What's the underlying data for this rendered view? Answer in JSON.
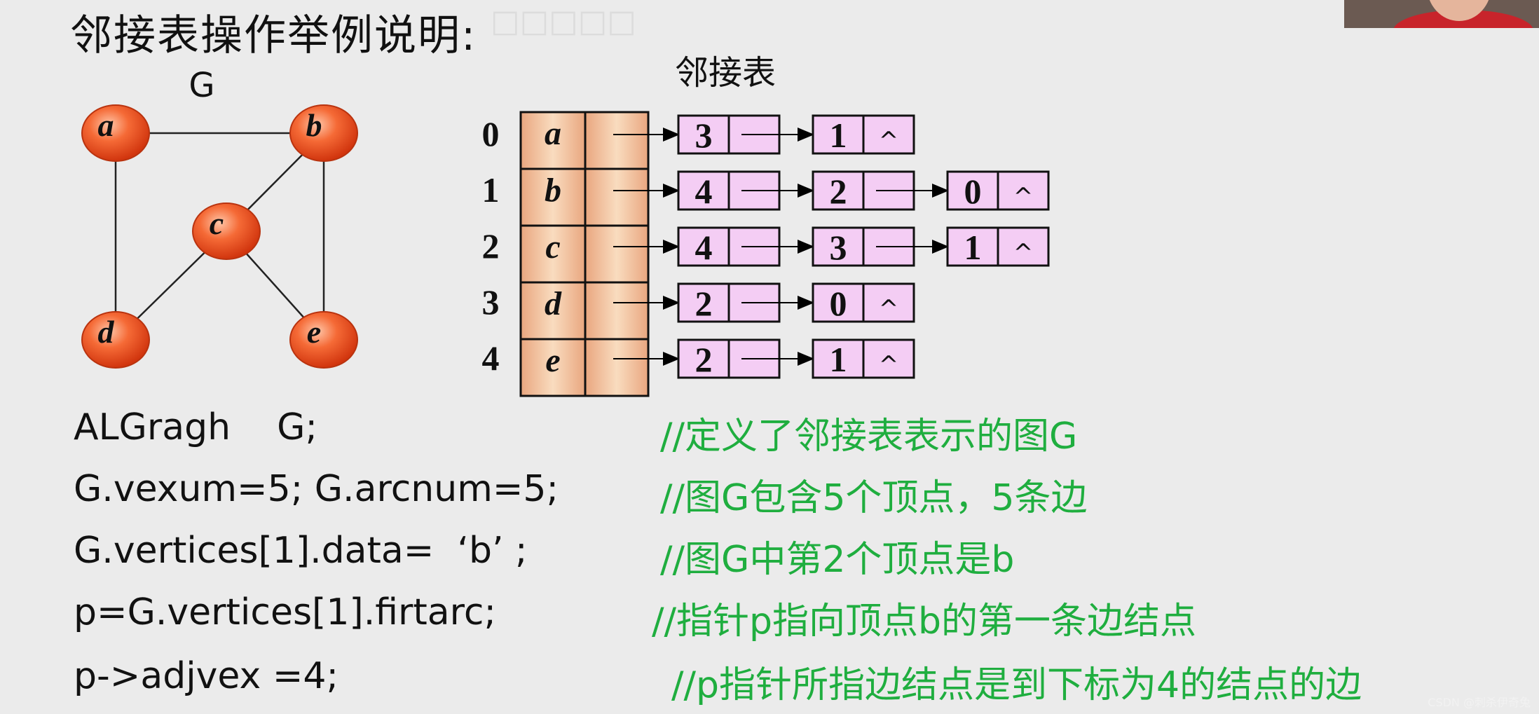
{
  "title": "邻接表操作举例说明:",
  "graph": {
    "label": "G",
    "vertices": [
      "a",
      "b",
      "c",
      "d",
      "e"
    ],
    "edges": [
      [
        "a",
        "b"
      ],
      [
        "a",
        "d"
      ],
      [
        "b",
        "c"
      ],
      [
        "b",
        "e"
      ],
      [
        "c",
        "d"
      ],
      [
        "c",
        "e"
      ]
    ],
    "node_color": "#f05a2a"
  },
  "adjacency_list": {
    "title": "邻接表",
    "indices": [
      "0",
      "1",
      "2",
      "3",
      "4"
    ],
    "vertices": [
      "a",
      "b",
      "c",
      "d",
      "e"
    ],
    "lists": [
      [
        "3",
        "1"
      ],
      [
        "4",
        "2",
        "0"
      ],
      [
        "4",
        "3",
        "1"
      ],
      [
        "2",
        "0"
      ],
      [
        "2",
        "1"
      ]
    ],
    "null_symbol": "^",
    "head_color": "#f2c49f",
    "node_color": "#f4cdf4"
  },
  "code": [
    {
      "code": "ALGragh    G;",
      "comment": "//定义了邻接表表示的图G"
    },
    {
      "code": "G.vexum=5; G.arcnum=5;",
      "comment": "//图G包含5个顶点，5条边"
    },
    {
      "code": "G.vertices[1].data=  ‘b’ ;",
      "comment": "//图G中第2个顶点是b"
    },
    {
      "code": "p=G.vertices[1].firtarc;",
      "comment": "//指针p指向顶点b的第一条边结点"
    },
    {
      "code": "p->adjvex =4;",
      "comment": "//p指针所指边结点是到下标为4的结点的边"
    }
  ],
  "watermark": "CSDN @刺杀伊奇兔"
}
